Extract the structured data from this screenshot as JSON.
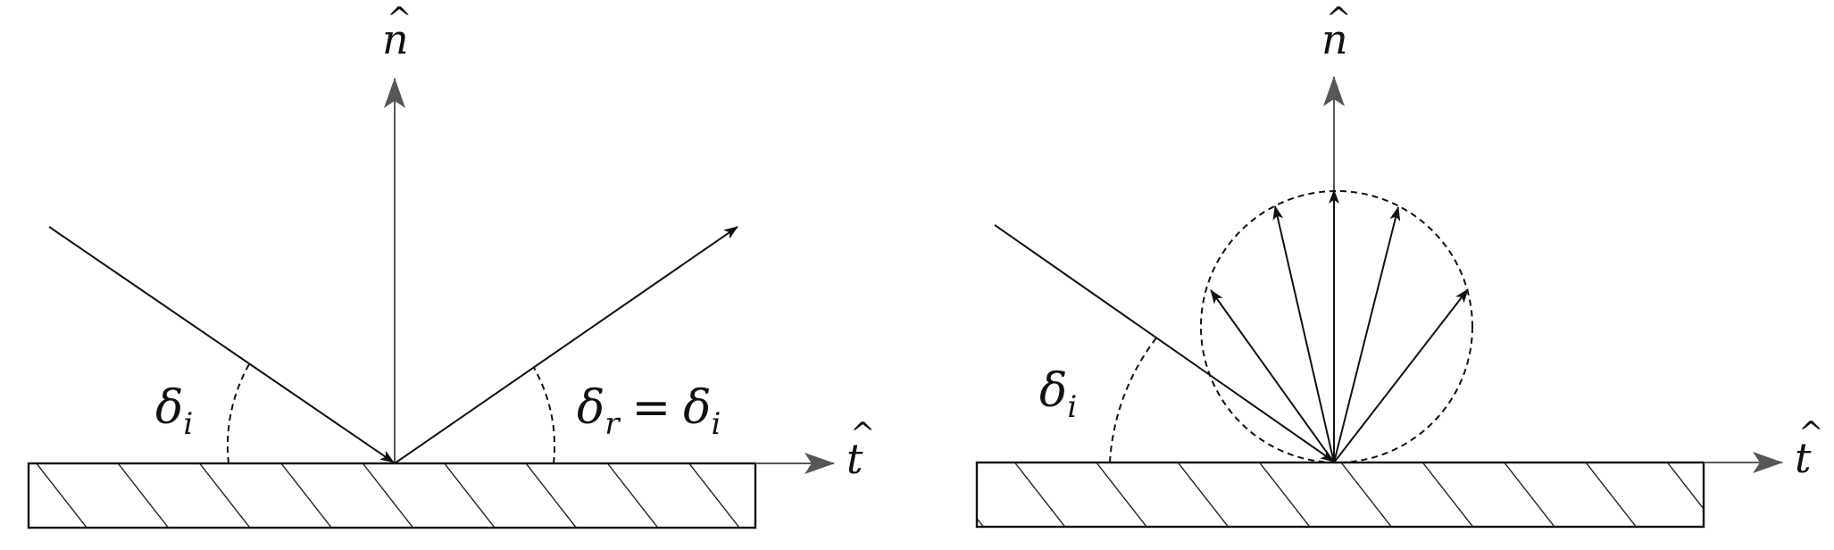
{
  "colors": {
    "ink": "#111111",
    "axis": "#5a5556"
  },
  "panels": [
    {
      "type": "specular-reflection",
      "normal_label": "n",
      "normal_hat": "^",
      "tangent_label": "t",
      "tangent_hat": "^",
      "incident_angle_label": "δ",
      "incident_angle_sub": "i",
      "reflected_angle_label": "δ",
      "reflected_angle_sub": "r",
      "equals": "=",
      "reflected_equal_label": "δ",
      "reflected_equal_sub": "i"
    },
    {
      "type": "diffuse-reflection",
      "normal_label": "n",
      "normal_hat": "^",
      "tangent_label": "t",
      "tangent_hat": "^",
      "incident_angle_label": "δ",
      "incident_angle_sub": "i"
    }
  ]
}
